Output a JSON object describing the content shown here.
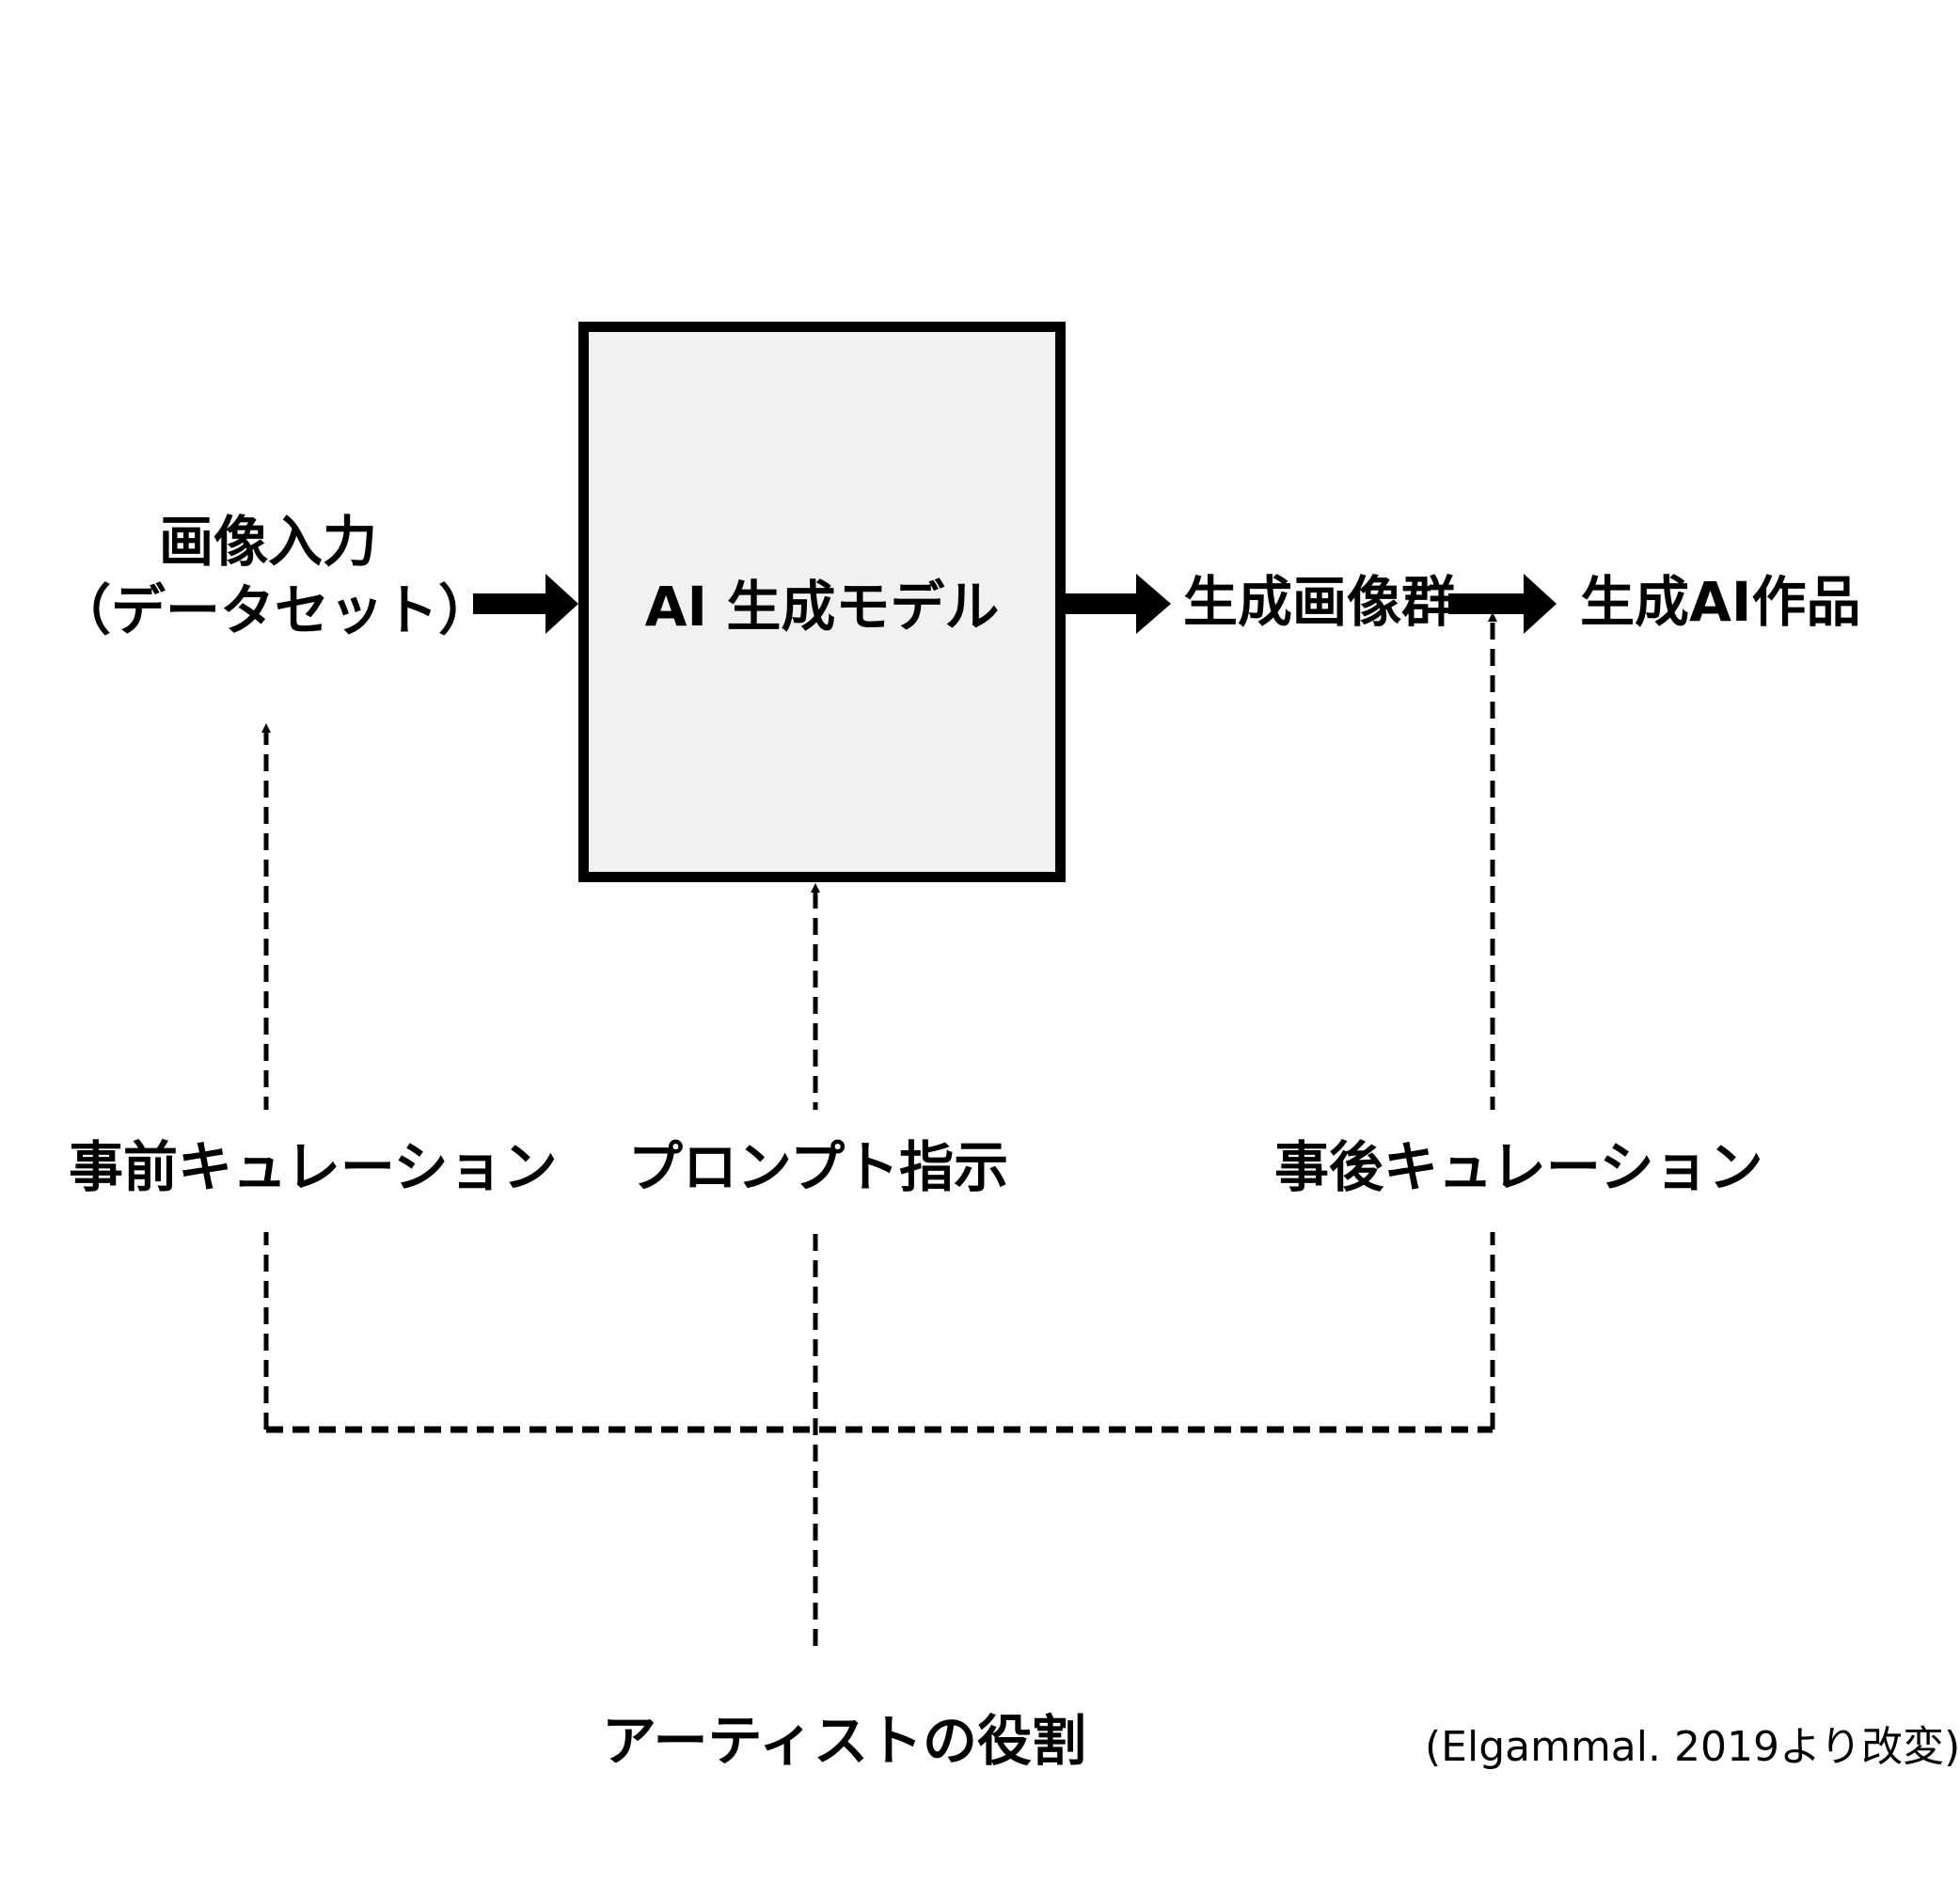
{
  "nodes": {
    "image_input_line1": "画像入力",
    "image_input_line2": "（データセット）",
    "ai_model": "AI 生成モデル",
    "generated_images": "生成画像群",
    "generated_artwork": "生成AI作品"
  },
  "roles": {
    "pre_curation": "事前キュレーション",
    "prompt_instruction": "プロンプト指示",
    "post_curation": "事後キュレーション",
    "artist_role": "アーティストの役割"
  },
  "source_note": "(Elgammal. 2019より改変)",
  "colors": {
    "stroke": "#000000",
    "box_fill": "#f1f1f1",
    "background": "#ffffff"
  }
}
